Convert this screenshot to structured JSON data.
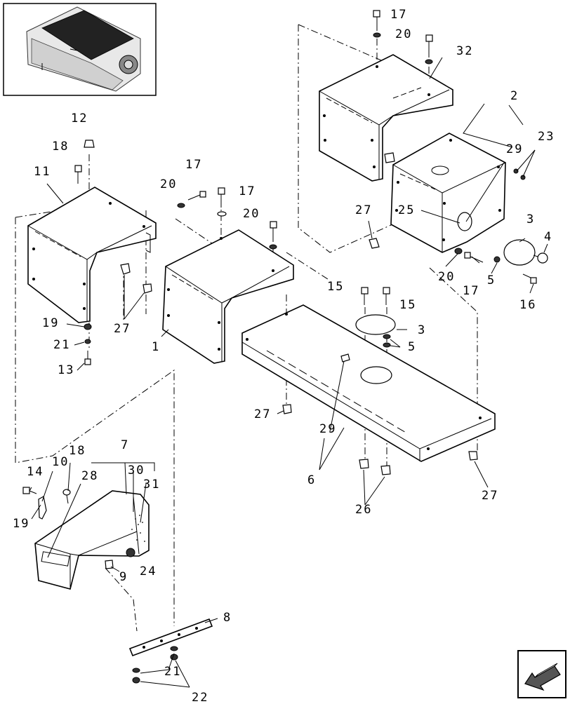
{
  "diagram": {
    "labels": {
      "p1": "1",
      "p2": "2",
      "p3a": "3",
      "p3b": "3",
      "p4": "4",
      "p5a": "5",
      "p5b": "5",
      "p6": "6",
      "p7": "7",
      "p8": "8",
      "p9": "9",
      "p10": "10",
      "p11": "11",
      "p12": "12",
      "p13": "13",
      "p14": "14",
      "p15a": "15",
      "p15b": "15",
      "p16": "16",
      "p17a": "17",
      "p17b": "17",
      "p17c": "17",
      "p17d": "17",
      "p18a": "18",
      "p18b": "18",
      "p19a": "19",
      "p19b": "19",
      "p20a": "20",
      "p20b": "20",
      "p20c": "20",
      "p20d": "20",
      "p21a": "21",
      "p21b": "21",
      "p22": "22",
      "p23": "23",
      "p24": "24",
      "p25": "25",
      "p26": "26",
      "p27a": "27",
      "p27b": "27",
      "p27c": "27",
      "p27d": "27",
      "p28": "28",
      "p29a": "29",
      "p29b": "29",
      "p30": "30",
      "p31": "31",
      "p32": "32"
    }
  }
}
